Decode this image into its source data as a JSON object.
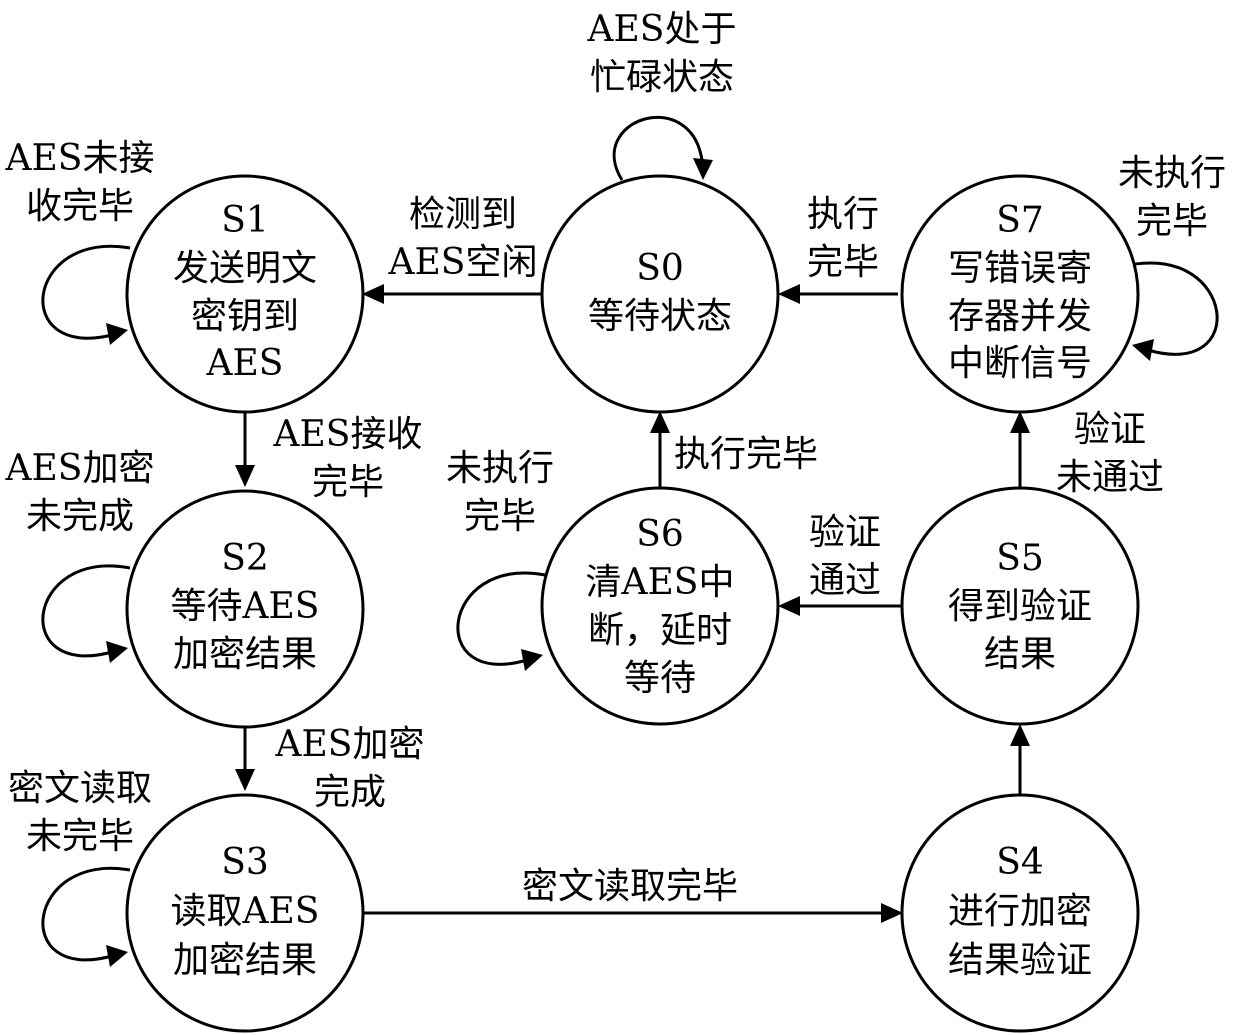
{
  "states": {
    "s0": {
      "id": "S0",
      "lines": [
        "等待状态"
      ]
    },
    "s1": {
      "id": "S1",
      "lines": [
        "发送明文",
        "密钥到",
        "AES"
      ]
    },
    "s2": {
      "id": "S2",
      "lines": [
        "等待AES",
        "加密结果"
      ]
    },
    "s3": {
      "id": "S3",
      "lines": [
        "读取AES",
        "加密结果"
      ]
    },
    "s4": {
      "id": "S4",
      "lines": [
        "进行加密",
        "结果验证"
      ]
    },
    "s5": {
      "id": "S5",
      "lines": [
        "得到验证",
        "结果"
      ]
    },
    "s6": {
      "id": "S6",
      "lines": [
        "清AES中",
        "断，延时",
        "等待"
      ]
    },
    "s7": {
      "id": "S7",
      "lines": [
        "写错误寄",
        "存器并发",
        "中断信号"
      ]
    }
  },
  "transitions": {
    "s0_to_s1": [
      "检测到",
      "AES空闲"
    ],
    "s1_to_s2": [
      "AES接收",
      "完毕"
    ],
    "s2_to_s3": [
      "AES加密",
      "完成"
    ],
    "s3_to_s4": [
      "密文读取完毕"
    ],
    "s5_to_s6": [
      "验证",
      "通过"
    ],
    "s5_to_s7": [
      "验证",
      "未通过"
    ],
    "s6_to_s0": [
      "执行完毕"
    ],
    "s7_to_s0": [
      "执行",
      "完毕"
    ]
  },
  "self_loops": {
    "s0": [
      "AES处于",
      "忙碌状态"
    ],
    "s1": [
      "AES未接",
      "收完毕"
    ],
    "s2": [
      "AES加密",
      "未完成"
    ],
    "s3": [
      "密文读取",
      "未完毕"
    ],
    "s6": [
      "未执行",
      "完毕"
    ],
    "s7": [
      "未执行",
      "完毕"
    ]
  }
}
